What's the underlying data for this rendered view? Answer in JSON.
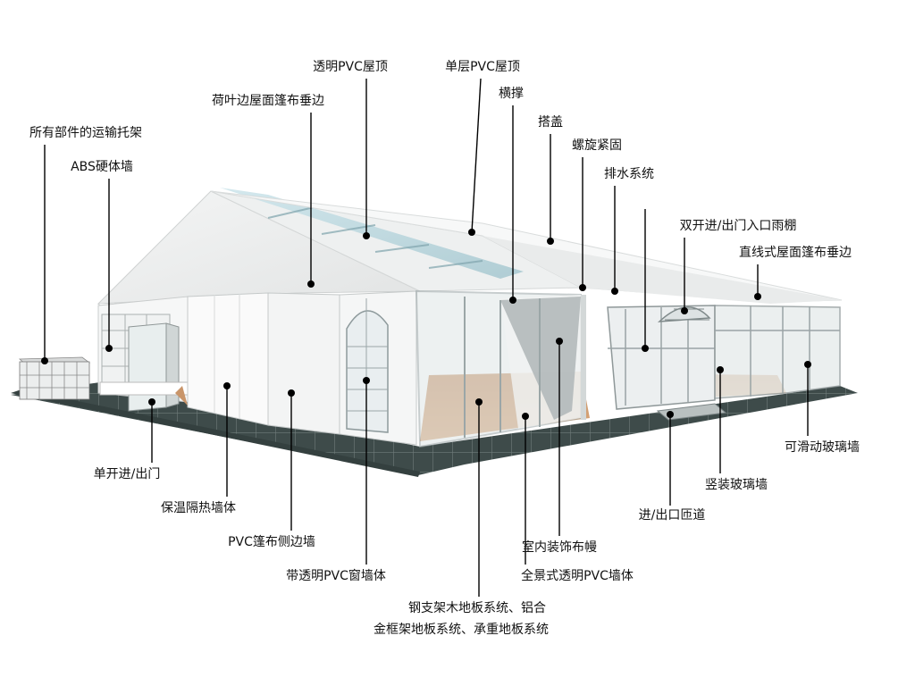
{
  "labels": {
    "transparent_pvc_roof": "透明PVC屋顶",
    "single_pvc_roof": "单层PVC屋顶",
    "lotus_valance": "荷叶边屋面篷布垂边",
    "crossbar": "横撑",
    "cover": "搭盖",
    "transport_rack": "所有部件的运输托架",
    "screw_fastening": "螺旋紧固",
    "abs_wall": "ABS硬体墙",
    "drainage": "排水系统",
    "double_entrance_canopy": "双开进/出门入口雨棚",
    "straight_valance": "直线式屋面篷布垂边",
    "sliding_glass_wall": "可滑动玻璃墙",
    "single_door": "单开进/出门",
    "vertical_glass_wall": "竖装玻璃墙",
    "insulated_wall": "保温隔热墙体",
    "entrance_ramp": "进/出口匝道",
    "pvc_side_wall": "PVC篷布侧边墙",
    "interior_drape": "室内装饰布幔",
    "pvc_window_wall": "带透明PVC窗墙体",
    "panoramic_pvc_wall": "全景式透明PVC墙体",
    "floor_line1": "钢支架木地板系统、铝合",
    "floor_line2": "金框架地板系统、承重地板系统"
  }
}
